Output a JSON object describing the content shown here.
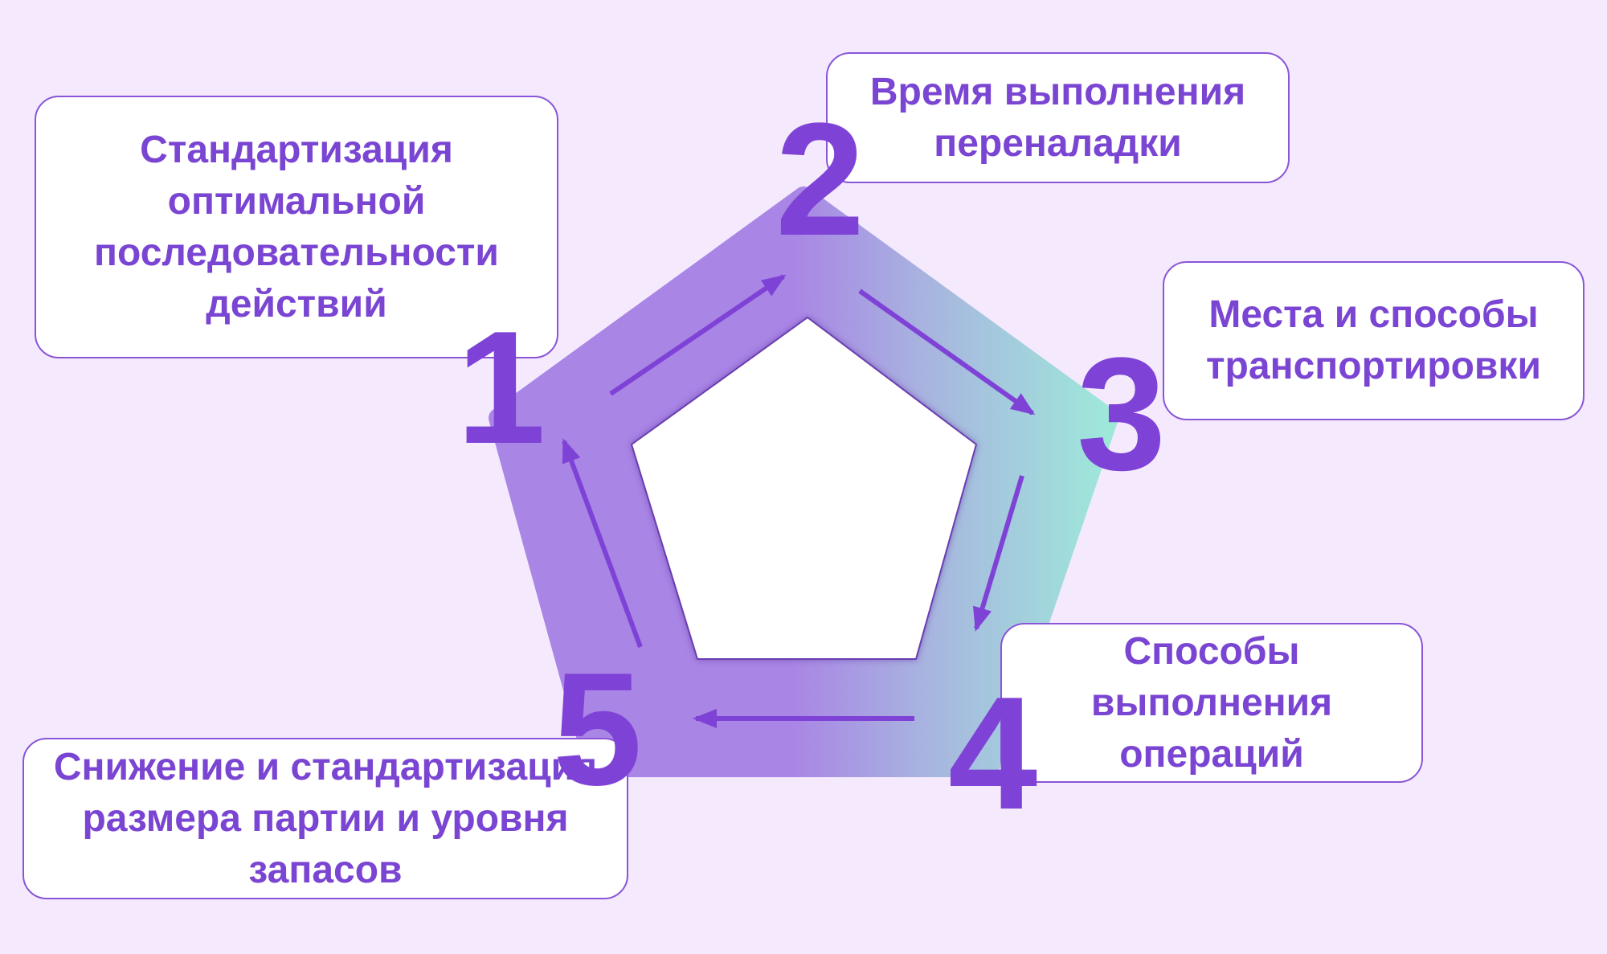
{
  "diagram": {
    "colors": {
      "background": "#f5eafd",
      "accent": "#7f42d6",
      "text": "#7a45d2",
      "box_border": "#8a55d8",
      "ring_start": "#a985e5",
      "ring_end": "#9ee8da"
    },
    "steps": [
      {
        "number": "1",
        "text": "Стандартизация оптимальной последовательности действий"
      },
      {
        "number": "2",
        "text": "Время выполнения переналадки"
      },
      {
        "number": "3",
        "text": "Места и способы транспортировки"
      },
      {
        "number": "4",
        "text": "Способы выполнения операций"
      },
      {
        "number": "5",
        "text": "Снижение и стандартизация размера партии и уровня запасов"
      }
    ],
    "arrow_icon": "arrow-right-icon"
  }
}
